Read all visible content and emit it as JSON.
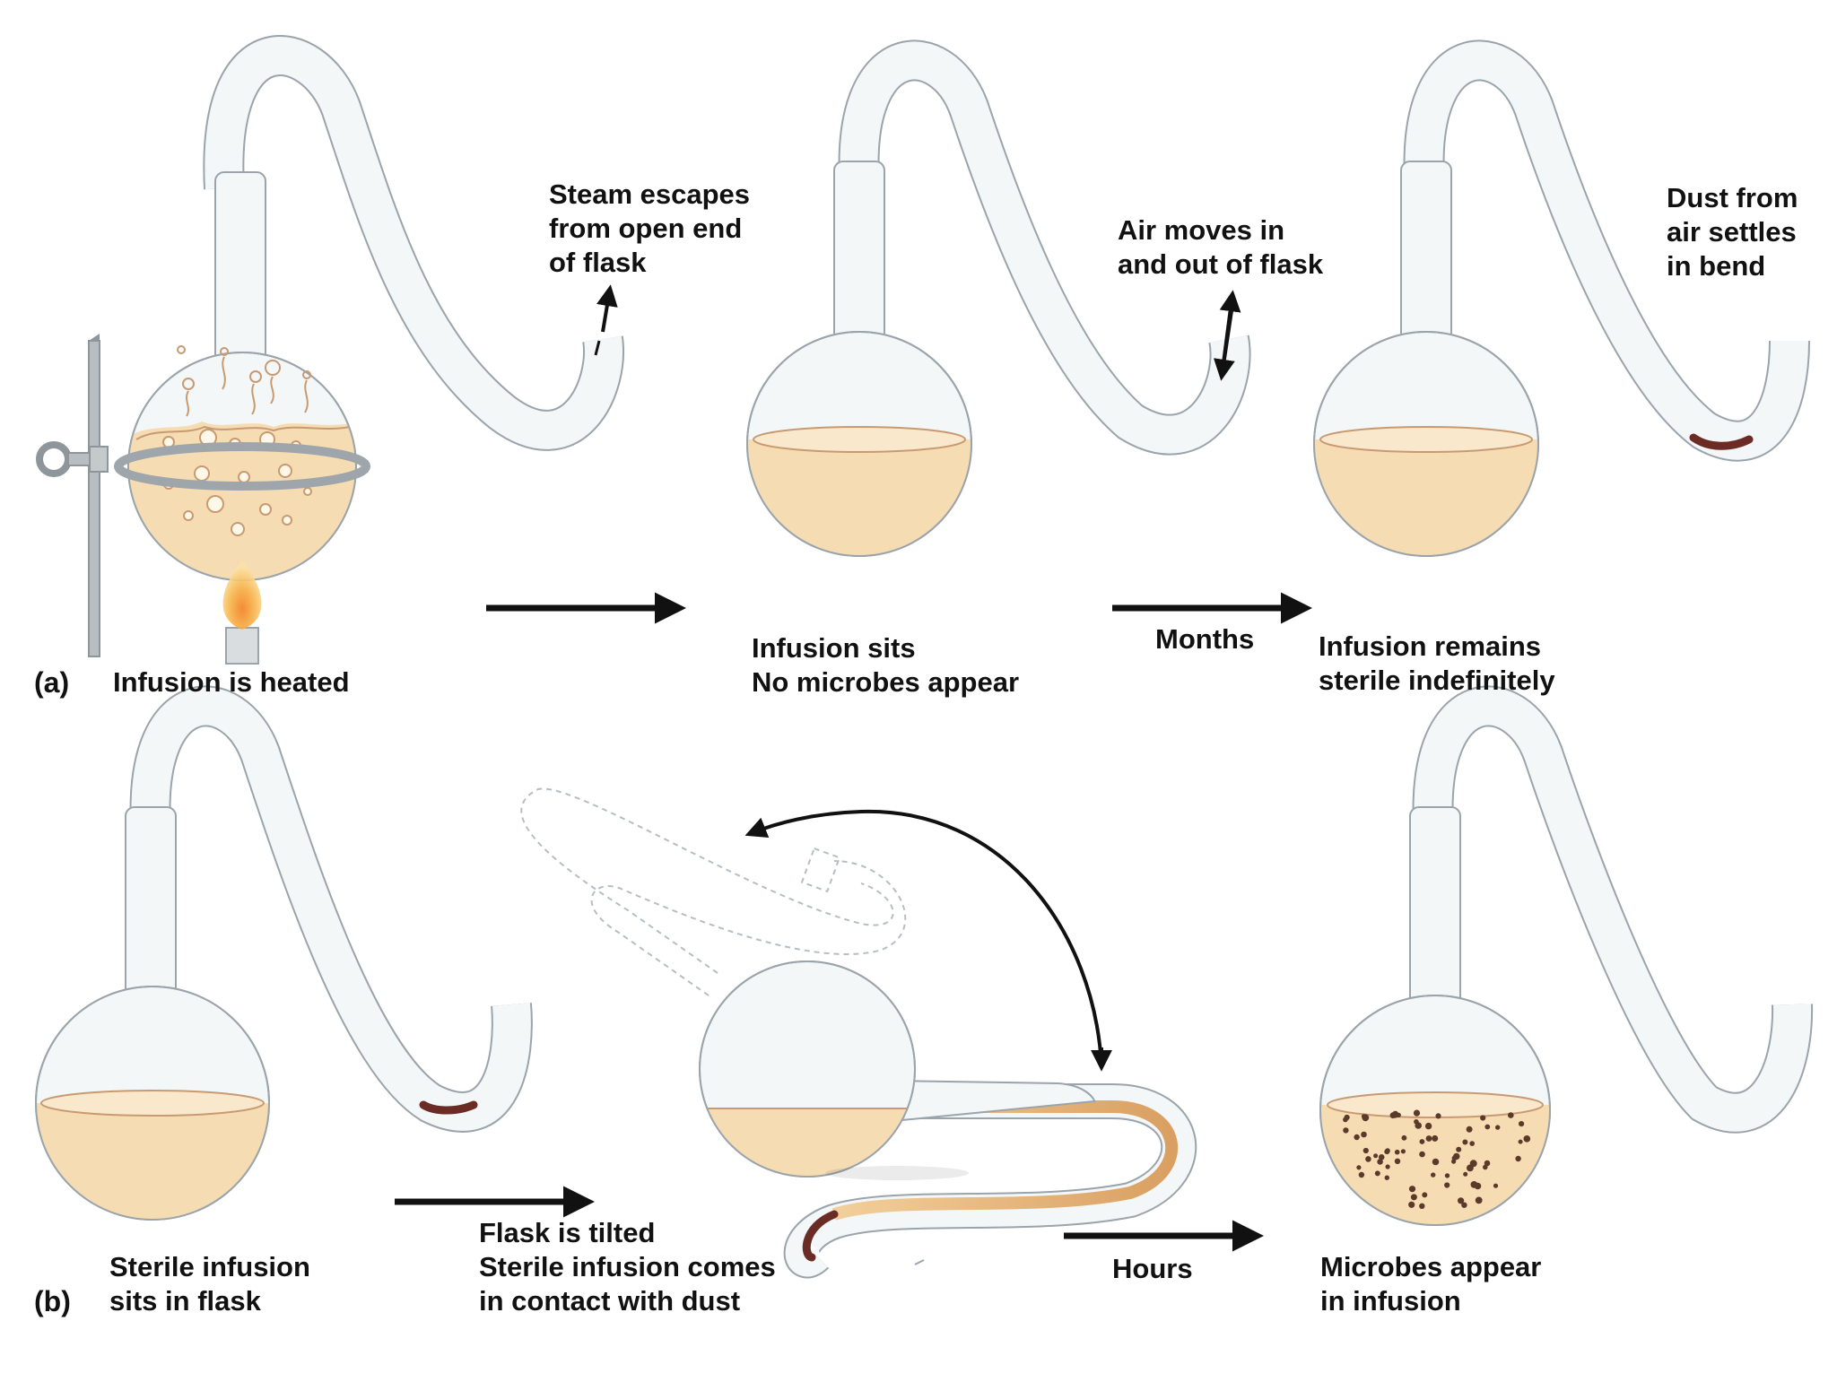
{
  "colors": {
    "glass_fill": "#f4f7f8",
    "glass_stroke": "#9aa4aa",
    "infusion": "#f6dcb3",
    "infusion_surface": "#f9e8cc",
    "infusion_edge": "#c89a72",
    "dust": "#6b2c25",
    "microbe": "#5a3a2a",
    "flame_outer": "#f7c66b",
    "flame_inner": "#f29a2e",
    "arrow": "#111111",
    "stand": "#9fa6ab"
  },
  "panel_a": {
    "tag": "(a)",
    "step1": {
      "caption": "Infusion is heated",
      "callout": [
        "Steam escapes",
        "from open end",
        "of flask"
      ]
    },
    "step2": {
      "caption": [
        "Infusion sits",
        "No microbes appear"
      ],
      "callout": [
        "Air moves in",
        "and out of flask"
      ]
    },
    "transition": "Months",
    "step3": {
      "caption": [
        "Infusion remains",
        "sterile indefinitely"
      ],
      "callout": [
        "Dust from",
        "air settles",
        "in bend"
      ]
    }
  },
  "panel_b": {
    "tag": "(b)",
    "step1": {
      "caption": [
        "Sterile infusion",
        "sits in flask"
      ]
    },
    "step2": {
      "caption": [
        "Flask is tilted",
        "Sterile infusion comes",
        "in contact with dust"
      ]
    },
    "transition": "Hours",
    "step3": {
      "caption": [
        "Microbes appear",
        "in infusion"
      ]
    }
  }
}
